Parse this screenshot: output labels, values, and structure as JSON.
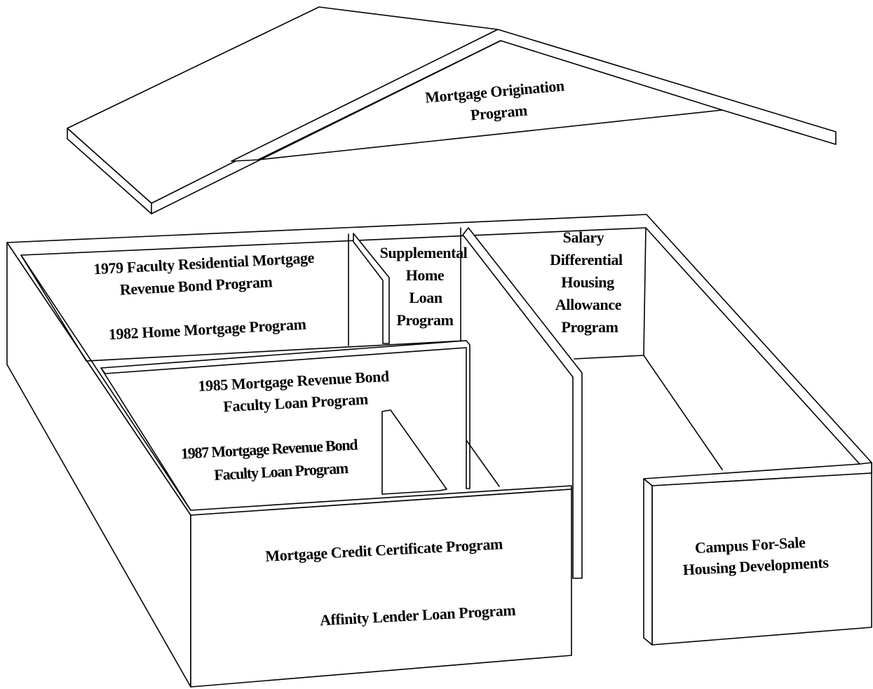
{
  "roof": {
    "label_lines": [
      "Mortgage Origination",
      "Program"
    ]
  },
  "rooms": {
    "back_left": {
      "line1": "1979 Faculty Residential Mortgage",
      "line2": "Revenue Bond Program",
      "line3": "1982 Home Mortgage Program"
    },
    "supplemental": {
      "lines": [
        "Supplemental",
        "Home",
        "Loan",
        "Program"
      ]
    },
    "salary": {
      "lines": [
        "Salary",
        "Differential",
        "Housing",
        "Allowance",
        "Program"
      ]
    },
    "middle": {
      "line1": "1985 Mortgage Revenue Bond",
      "line2": "Faculty Loan Program",
      "line3": "1987 Mortgage Revenue Bond",
      "line4": "Faculty Loan Program"
    },
    "front": {
      "line1": "Mortgage Credit Certificate Program",
      "line2": "Affinity Lender Loan Program"
    },
    "campus": {
      "lines": [
        "Campus For-Sale",
        "Housing Developments"
      ]
    }
  }
}
